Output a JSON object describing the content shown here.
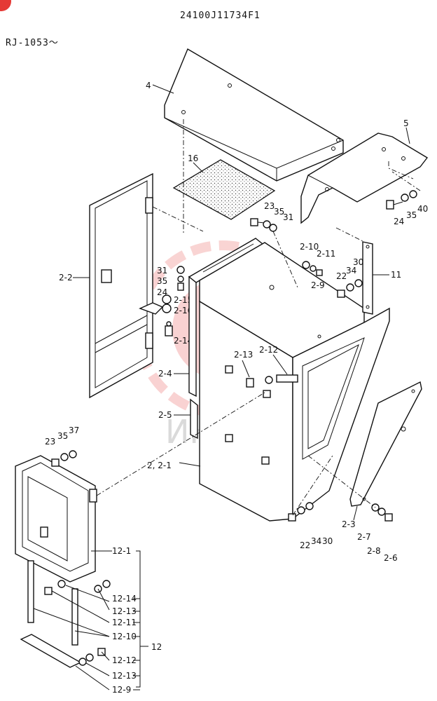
{
  "header": {
    "part_number": "24100J11734F1",
    "serial_range": "RJ-1053～"
  },
  "watermark": {
    "text": "ИНТЕХ",
    "color": "#e53935"
  },
  "callouts": {
    "c4": "4",
    "c5": "5",
    "c16": "16",
    "c2_2": "2-2",
    "c23a": "23",
    "c35a": "35",
    "c31a": "31",
    "c24r": "24",
    "c35r": "35",
    "c40": "40",
    "c2_10": "2-10",
    "c2_11": "2-11",
    "c2_9": "2-9",
    "c22a": "22",
    "c34a": "34",
    "c30a": "30",
    "c11": "11",
    "c31b": "31",
    "c35b": "35",
    "c24b": "24",
    "c2_15": "2-15",
    "c2_16": "2-16",
    "c2_14": "2-14",
    "c2_13": "2-13",
    "c2_12": "2-12",
    "c2_4": "2-4",
    "c2_5": "2-5",
    "c23b": "23",
    "c35c": "35",
    "c37": "37",
    "c2_2_1": "2, 2-1",
    "c22b": "22",
    "c34b": "34",
    "c30b": "30",
    "c2_3": "2-3",
    "c2_7": "2-7",
    "c2_8": "2-8",
    "c2_6": "2-6",
    "c12_1": "12-1",
    "c12_14": "12-14",
    "c12_13a": "12-13",
    "c12_11": "12-11",
    "c12_10": "12-10",
    "c12": "12",
    "c12_12": "12-12",
    "c12_13b": "12-13",
    "c12_9": "12-9"
  }
}
